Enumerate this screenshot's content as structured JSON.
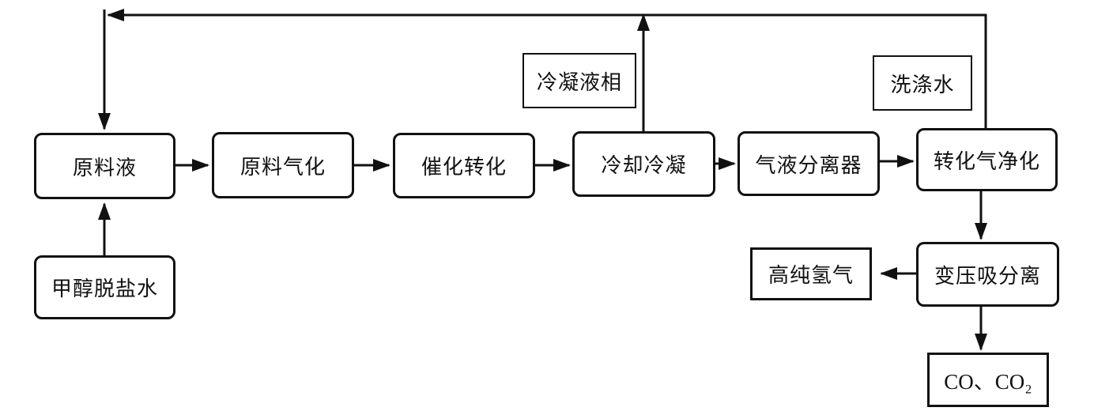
{
  "diagram": {
    "type": "process-flow",
    "language": "zh-CN",
    "background_color": "#ffffff",
    "line_color": "#111111",
    "nodes": [
      {
        "id": "raw-material-liquid",
        "label": "原料液",
        "shape": "rounded"
      },
      {
        "id": "feed-gasification",
        "label": "原料气化",
        "shape": "rounded"
      },
      {
        "id": "catalytic-conversion",
        "label": "催化转化",
        "shape": "rounded"
      },
      {
        "id": "cooling-condensation",
        "label": "冷却冷凝",
        "shape": "rounded"
      },
      {
        "id": "gas-liquid-separator",
        "label": "气液分离器",
        "shape": "rounded"
      },
      {
        "id": "reformed-gas-purification",
        "label": "转化气净化",
        "shape": "rounded"
      },
      {
        "id": "pressure-swing-separation",
        "label": "变压吸分离",
        "shape": "rounded"
      },
      {
        "id": "methanol-demineralized-water",
        "label": "甲醇脱盐水",
        "shape": "rounded"
      },
      {
        "id": "condensate-liquid-phase",
        "label": "冷凝液相",
        "shape": "rect-label"
      },
      {
        "id": "washing-water",
        "label": "洗涤水",
        "shape": "rect-label"
      },
      {
        "id": "high-purity-hydrogen",
        "label": "高纯氢气",
        "shape": "rect"
      },
      {
        "id": "co-co2",
        "label": "CO、CO₂",
        "shape": "rect"
      }
    ],
    "edges": [
      {
        "from": "原料液",
        "to": "原料气化"
      },
      {
        "from": "原料气化",
        "to": "催化转化"
      },
      {
        "from": "催化转化",
        "to": "冷却冷凝"
      },
      {
        "from": "冷却冷凝",
        "to": "气液分离器"
      },
      {
        "from": "气液分离器",
        "to": "转化气净化"
      },
      {
        "from": "转化气净化",
        "to": "变压吸分离"
      },
      {
        "from": "变压吸分离",
        "to": "高纯氢气"
      },
      {
        "from": "变压吸分离",
        "to": "CO、CO₂"
      },
      {
        "from": "甲醇脱盐水",
        "to": "原料液"
      },
      {
        "from": "冷却冷凝",
        "to": "原料液",
        "via": "top-recycle-line",
        "stream_label": "冷凝液相"
      },
      {
        "from": "转化气净化",
        "to": "原料液",
        "via": "top-recycle-line",
        "stream_label": "洗涤水"
      }
    ]
  }
}
